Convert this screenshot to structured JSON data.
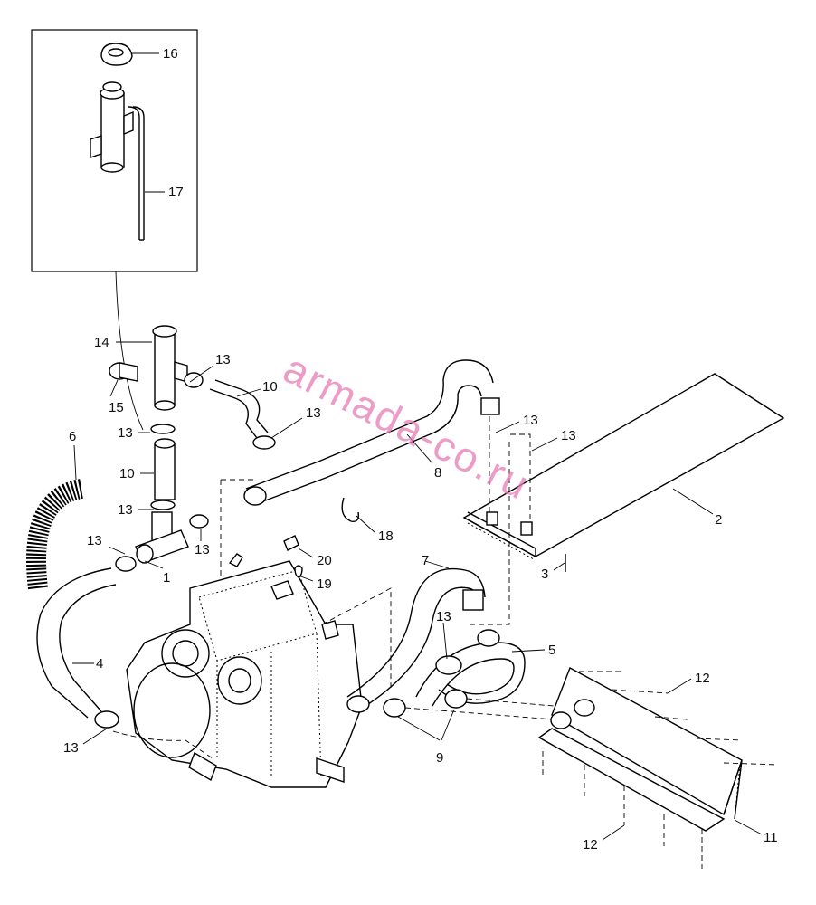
{
  "callouts": {
    "c1": "1",
    "c2": "2",
    "c3": "3",
    "c4": "4",
    "c5": "5",
    "c6": "6",
    "c7": "7",
    "c8": "8",
    "c9": "9",
    "c10a": "10",
    "c10b": "10",
    "c11": "11",
    "c12a": "12",
    "c12b": "12",
    "c13a": "13",
    "c13b": "13",
    "c13c": "13",
    "c13d": "13",
    "c13e": "13",
    "c13f": "13",
    "c13g": "13",
    "c13h": "13",
    "c13i": "13",
    "c13j": "13",
    "c14": "14",
    "c15": "15",
    "c16": "16",
    "c17": "17",
    "c18": "18",
    "c19": "19",
    "c20": "20"
  },
  "watermark": "armada-co.ru"
}
